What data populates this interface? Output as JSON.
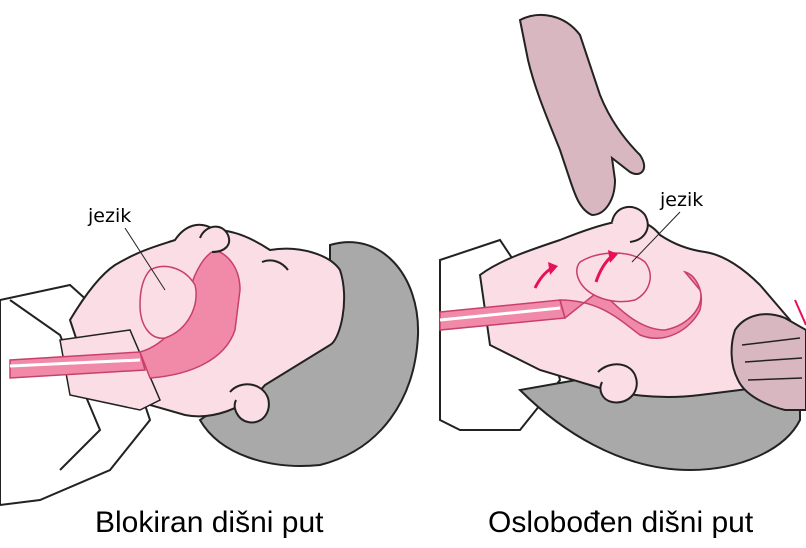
{
  "panels": [
    {
      "caption": "Blokiran dišni put",
      "label": "jezik"
    },
    {
      "caption": "Oslobođen dišni put",
      "label": "jezik"
    }
  ],
  "colors": {
    "skin": "#fbdde6",
    "airway": "#f08aa8",
    "airway_dark": "#c8406a",
    "hair": "#a9a9a9",
    "arrow": "#e8105a",
    "outline": "#222222"
  }
}
